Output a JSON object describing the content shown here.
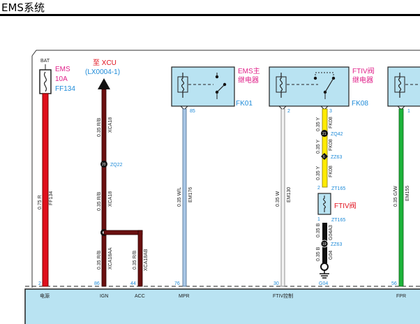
{
  "header": {
    "title": "EMS系统"
  },
  "colors": {
    "wire_red": "#e0101c",
    "wire_dark_red": "#6b1010",
    "wire_light_blue": "#a9c7e6",
    "wire_white": "#f2f2f2",
    "wire_yellow": "#ffeb00",
    "wire_black": "#111111",
    "wire_green": "#1db33a",
    "module_fill": "#b9e3f2",
    "magenta_text": "#e0218a",
    "blue_text": "#1d8ad8",
    "red_text": "#e0101c"
  },
  "fuse": {
    "top_label": "BAT",
    "name": "EMS",
    "rating": "10A",
    "code": "FF134",
    "wire_spec": "0.75 R",
    "wire_id": "FF134",
    "pin": "2",
    "ecu_pin_label": "电源"
  },
  "xcu": {
    "title": "至 XCU",
    "ref": "(LX0004-1)",
    "wire_top_spec": "0.35 R/B",
    "wire_top_id": "XCA18",
    "splice_num": "20",
    "splice_id": "ZQ22",
    "wire_mid_spec": "0.35 R/B",
    "wire_mid_id": "XCA18",
    "ign_spec": "0.35 R/B",
    "ign_id": "XCA18AA",
    "ign_pin": "86",
    "ign_label": "IGN",
    "acc_spec": "0.35 R/B",
    "acc_id": "XCA18AB",
    "acc_pin": "44",
    "acc_label": "ACC"
  },
  "ems_relay": {
    "name_line1": "EMS主",
    "name_line2": "继电器",
    "code": "FK01",
    "pin_top": "85",
    "wire_spec": "0.35 W/L",
    "wire_id": "EM176",
    "ecu_pin": "76",
    "ecu_label": "MPR"
  },
  "ftiv_relay": {
    "name_line1": "FTIV阀",
    "name_line2": "继电器",
    "code": "FK08",
    "pin_left": "2",
    "pin_right": "3",
    "white_spec": "0.35 W",
    "white_id": "EM130",
    "ecu_pin": "30",
    "ecu_label": "FTIV控制",
    "y1_spec": "0.35 Y",
    "y1_id": "FK08",
    "splice1_num": "21",
    "splice1_id": "ZQ42",
    "y2_spec": "0.35 Y",
    "y2_id": "FK08",
    "splice2_num": "6",
    "splice2_id": "ZZ63",
    "y3_spec": "0.35 Y",
    "y3_id": "FK08",
    "valve_pin_top": "2",
    "valve_conn_top": "ZT165",
    "valve_label": "FTIV阀",
    "valve_pin_bottom": "1",
    "valve_conn_bottom": "ZT165",
    "b1_spec": "0.35 B",
    "b1_id": "G04A3",
    "splice3_num": "19",
    "splice3_id": "ZZ63",
    "b2_spec": "0.35 B",
    "b2_id": "G04",
    "ground_id": "G04"
  },
  "fpr": {
    "pin_top": "1",
    "wire_spec": "0.35 G/W",
    "wire_id": "EM155",
    "ecu_pin": "56",
    "ecu_label": "FPR"
  }
}
